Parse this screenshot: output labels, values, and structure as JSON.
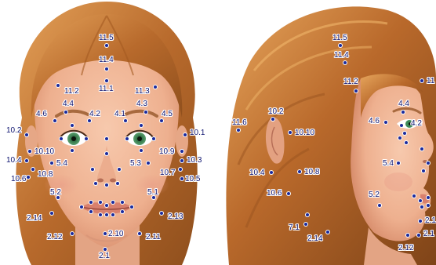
{
  "colors": {
    "marker": "#1a2a9c",
    "label": "#0e1470",
    "hair": "#c77a33",
    "skin": "#f1b99a",
    "iris": "#3f8a5a"
  },
  "front_view": {
    "points": [
      {
        "id": "f-11.5",
        "label": "11.5"
      },
      {
        "id": "f-11.4",
        "label": "11.4"
      },
      {
        "id": "f-11.1",
        "label": "11.1"
      },
      {
        "id": "f-11.2",
        "label": "11.2"
      },
      {
        "id": "f-11.3",
        "label": "11.3"
      },
      {
        "id": "f-4.4",
        "label": "4.4"
      },
      {
        "id": "f-4.3",
        "label": "4.3"
      },
      {
        "id": "f-4.6",
        "label": "4.6"
      },
      {
        "id": "f-4.2",
        "label": "4.2"
      },
      {
        "id": "f-4.1",
        "label": "4.1"
      },
      {
        "id": "f-4.5",
        "label": "4.5"
      },
      {
        "id": "f-10.2",
        "label": "10.2"
      },
      {
        "id": "f-10.1",
        "label": "10.1"
      },
      {
        "id": "f-10.10",
        "label": "10.10"
      },
      {
        "id": "f-10.9",
        "label": "10.9"
      },
      {
        "id": "f-10.4",
        "label": "10.4"
      },
      {
        "id": "f-10.3",
        "label": "10.3"
      },
      {
        "id": "f-5.4",
        "label": "5.4"
      },
      {
        "id": "f-5.3",
        "label": "5.3"
      },
      {
        "id": "f-10.8",
        "label": "10.8"
      },
      {
        "id": "f-10.7",
        "label": "10.7"
      },
      {
        "id": "f-10.6",
        "label": "10.6"
      },
      {
        "id": "f-10.5",
        "label": "10.5"
      },
      {
        "id": "f-5.2",
        "label": "5.2"
      },
      {
        "id": "f-5.1",
        "label": "5.1"
      },
      {
        "id": "f-2.14",
        "label": "2.14"
      },
      {
        "id": "f-2.13",
        "label": "2.13"
      },
      {
        "id": "f-2.10",
        "label": "2.10"
      },
      {
        "id": "f-2.12",
        "label": "2.12"
      },
      {
        "id": "f-2.11",
        "label": "2.11"
      },
      {
        "id": "f-2.1",
        "label": "2.1"
      }
    ]
  },
  "side_view": {
    "points": [
      {
        "id": "s-11.5",
        "label": "11.5"
      },
      {
        "id": "s-11.4",
        "label": "11.4"
      },
      {
        "id": "s-11",
        "label": "11"
      },
      {
        "id": "s-11.2",
        "label": "11.2"
      },
      {
        "id": "s-10.2",
        "label": "10.2"
      },
      {
        "id": "s-11.6",
        "label": "11.6"
      },
      {
        "id": "s-10.10",
        "label": "10.10"
      },
      {
        "id": "s-4.4",
        "label": "4.4"
      },
      {
        "id": "s-4.6",
        "label": "4.6"
      },
      {
        "id": "s-4.2",
        "label": "4.2"
      },
      {
        "id": "s-5.4",
        "label": "5.4"
      },
      {
        "id": "s-10.4",
        "label": "10.4"
      },
      {
        "id": "s-10.8",
        "label": "10.8"
      },
      {
        "id": "s-10.6",
        "label": "10.6"
      },
      {
        "id": "s-5.2",
        "label": "5.2"
      },
      {
        "id": "s-7.1",
        "label": "7.1"
      },
      {
        "id": "s-2.14",
        "label": "2.14"
      },
      {
        "id": "s-2.1a",
        "label": "2.1"
      },
      {
        "id": "s-2.1b",
        "label": "2.1"
      },
      {
        "id": "s-2.12",
        "label": "2.12"
      }
    ]
  }
}
